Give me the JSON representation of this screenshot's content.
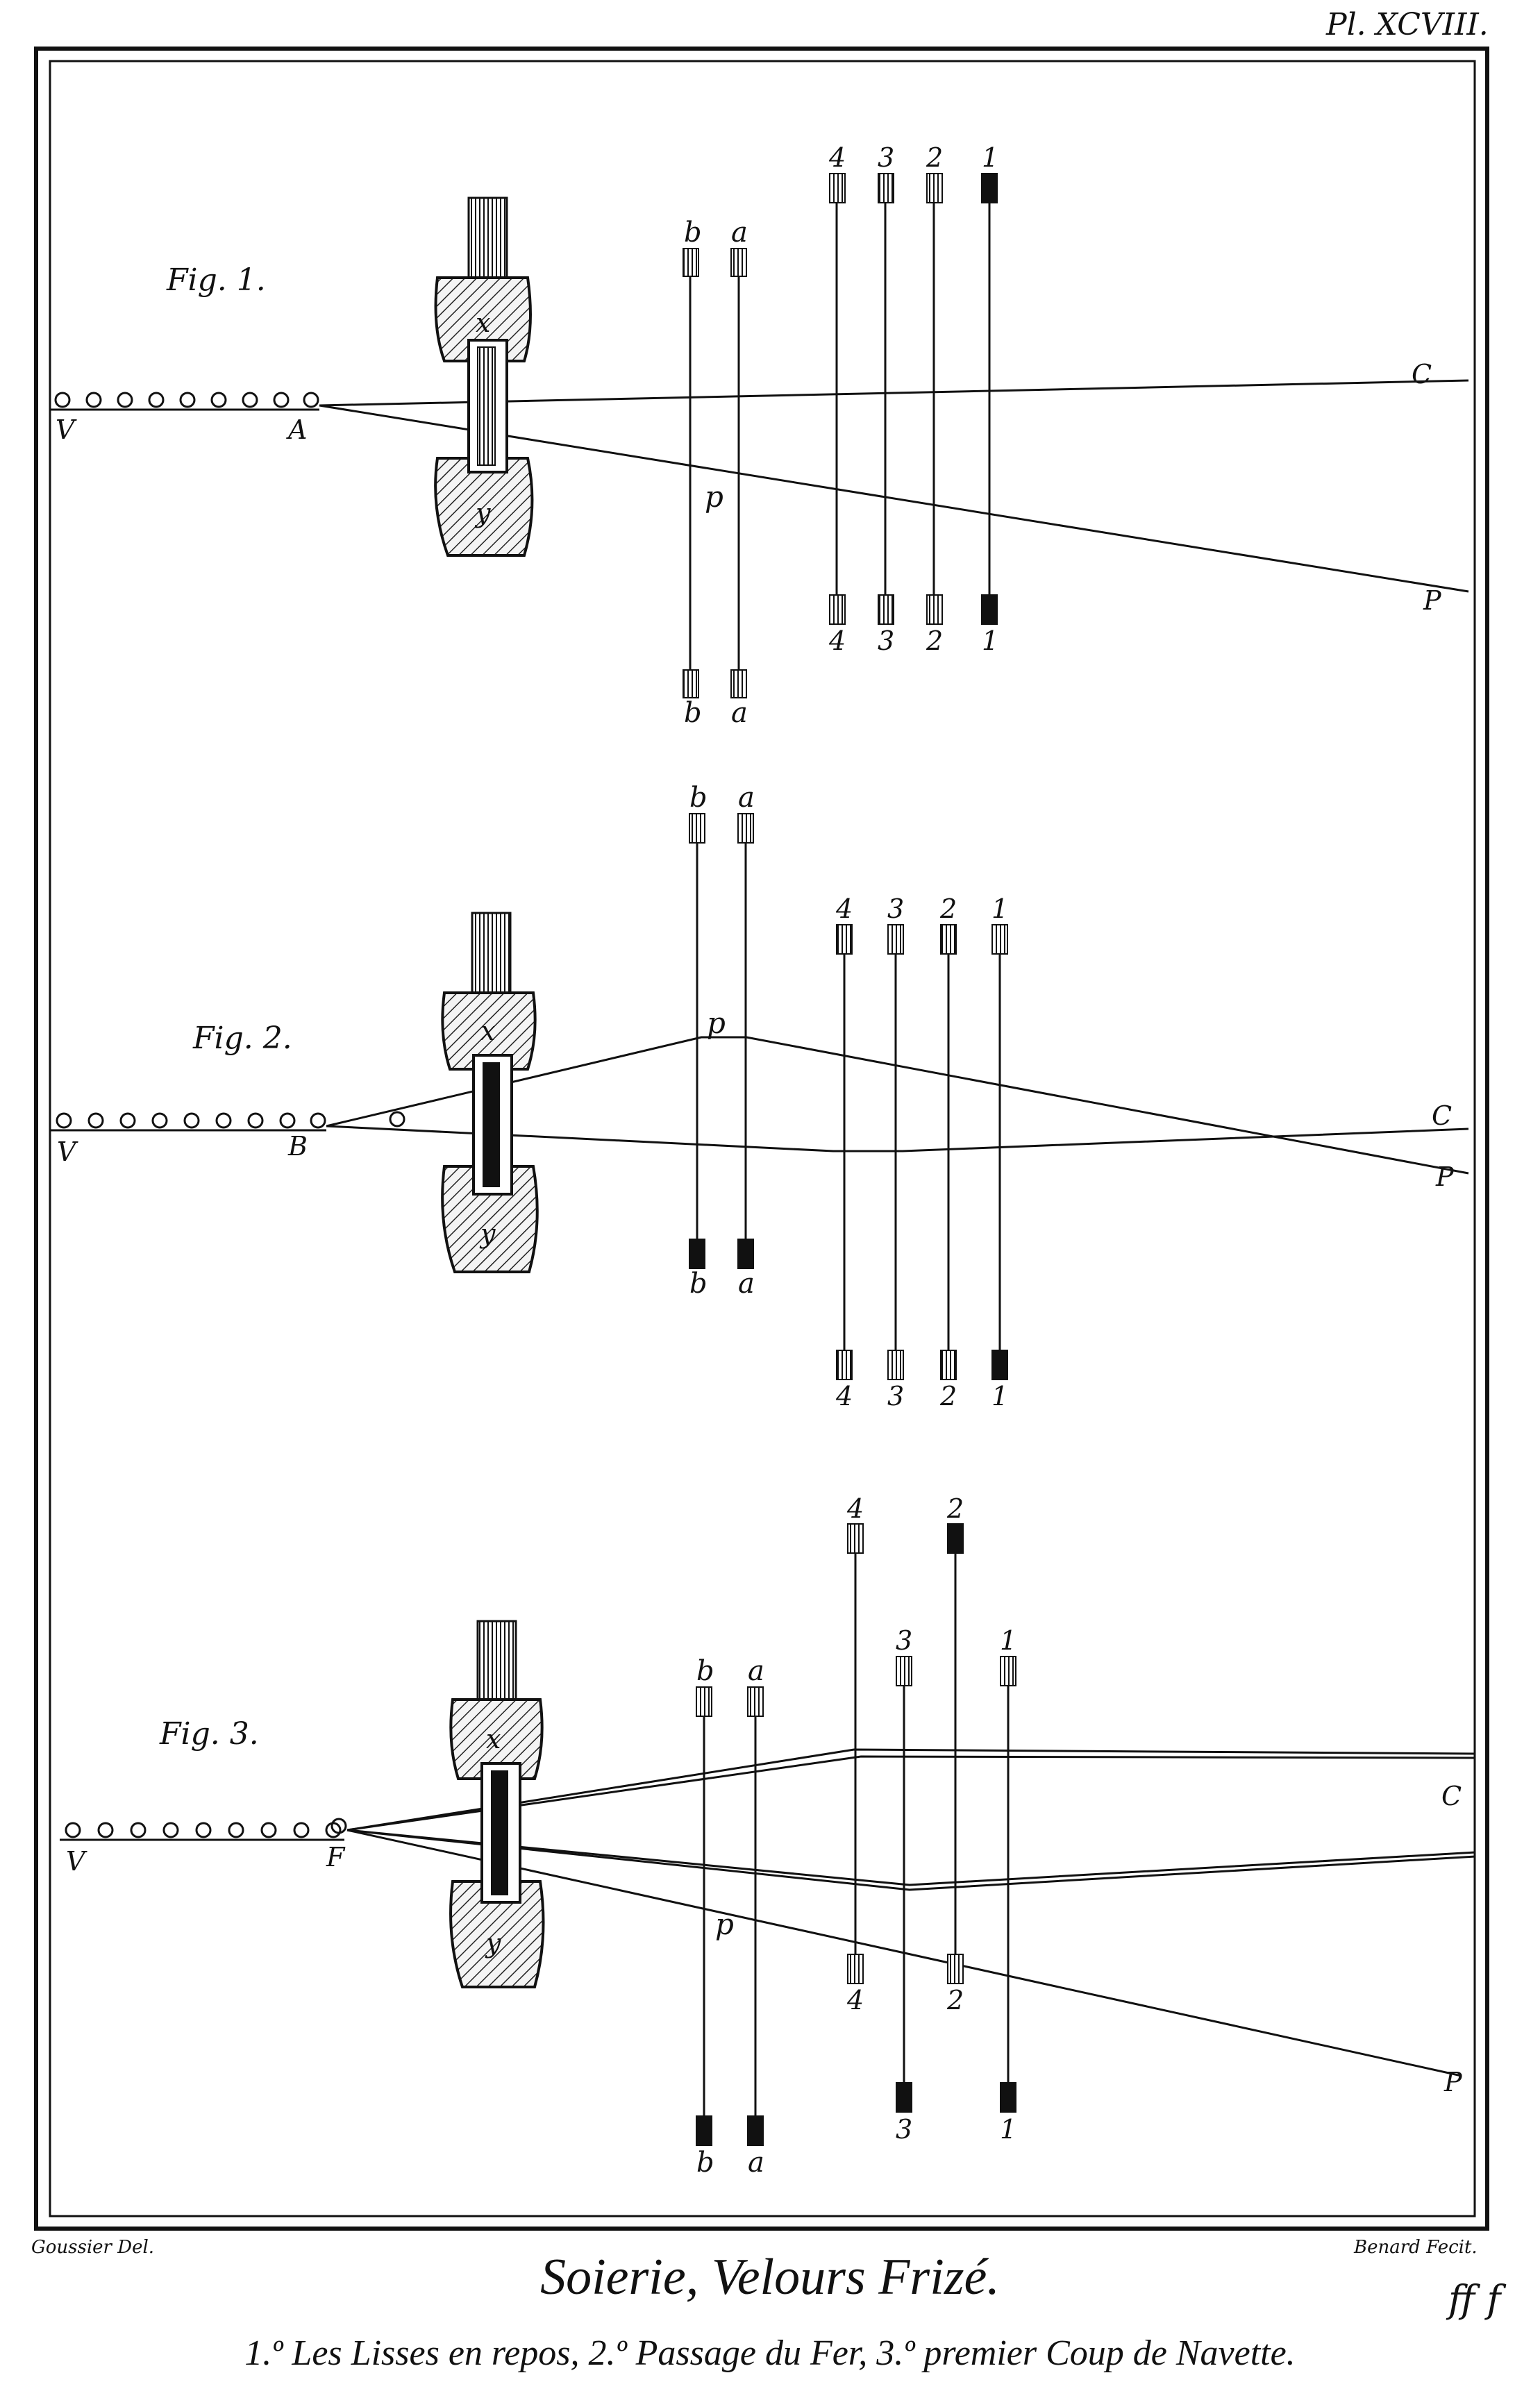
{
  "plate_number": "Pl. XCVIII.",
  "credits": {
    "left": "Goussier Del.",
    "right": "Benard Fecit."
  },
  "title": "Soierie, Velours Frizé.",
  "mark": "ff f",
  "subtitle": "1.º Les Lisses en repos, 2.º Passage du Fer, 3.º premier Coup de Navette.",
  "fig1": {
    "caption": "Fig. 1.",
    "labels": {
      "V": "V",
      "A": "A",
      "x": "x",
      "y": "y",
      "p": "p",
      "C": "C",
      "P": "P",
      "b_top": "b",
      "a_top": "a",
      "b_bottom": "b",
      "a_bottom": "a",
      "h4_top": "4",
      "h3_top": "3",
      "h2_top": "2",
      "h1_top": "1",
      "h4_bottom": "4",
      "h3_bottom": "3",
      "h2_bottom": "2",
      "h1_bottom": "1"
    }
  },
  "fig2": {
    "caption": "Fig. 2.",
    "labels": {
      "V": "V",
      "B": "B",
      "x": "x",
      "y": "y",
      "p": "p",
      "C": "C",
      "P": "P",
      "b_top": "b",
      "a_top": "a",
      "b_bottom": "b",
      "a_bottom": "a",
      "h4_top": "4",
      "h3_top": "3",
      "h2_top": "2",
      "h1_top": "1",
      "h4_bottom": "4",
      "h3_bottom": "3",
      "h2_bottom": "2",
      "h1_bottom": "1"
    }
  },
  "fig3": {
    "caption": "Fig. 3.",
    "labels": {
      "V": "V",
      "F": "F",
      "x": "x",
      "y": "y",
      "p": "p",
      "C": "C",
      "P": "P",
      "b_top": "b",
      "a_top": "a",
      "b_bottom": "b",
      "a_bottom": "a",
      "h4_top": "4",
      "h2_top": "2",
      "h3_top": "3",
      "h1_top": "1",
      "h4_bottom": "4",
      "h2_bottom": "2",
      "h3_bottom": "3",
      "h1_bottom": "1"
    }
  }
}
